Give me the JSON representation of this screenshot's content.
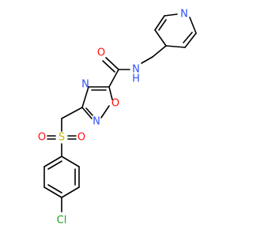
{
  "molecule": {
    "colors": {
      "bond": "#000000",
      "oxygen": "#ff0d0d",
      "nitrogen": "#3050f8",
      "sulfur": "#c8b400",
      "chlorine": "#1fa01f",
      "background": "#ffffff"
    },
    "atoms": {
      "carbonyl_oxygen": "O",
      "amide_nitrogen": "N",
      "amide_hydrogen": "H",
      "pyridine_nitrogen": "N",
      "ring_nitrogen_4": "N",
      "ring_oxygen_1": "O",
      "ring_nitrogen_2": "N",
      "sulfonyl_sulfur": "S",
      "sulfonyl_oxygen_left": "O",
      "sulfonyl_oxygen_right": "O",
      "chlorine": "Cl"
    }
  }
}
